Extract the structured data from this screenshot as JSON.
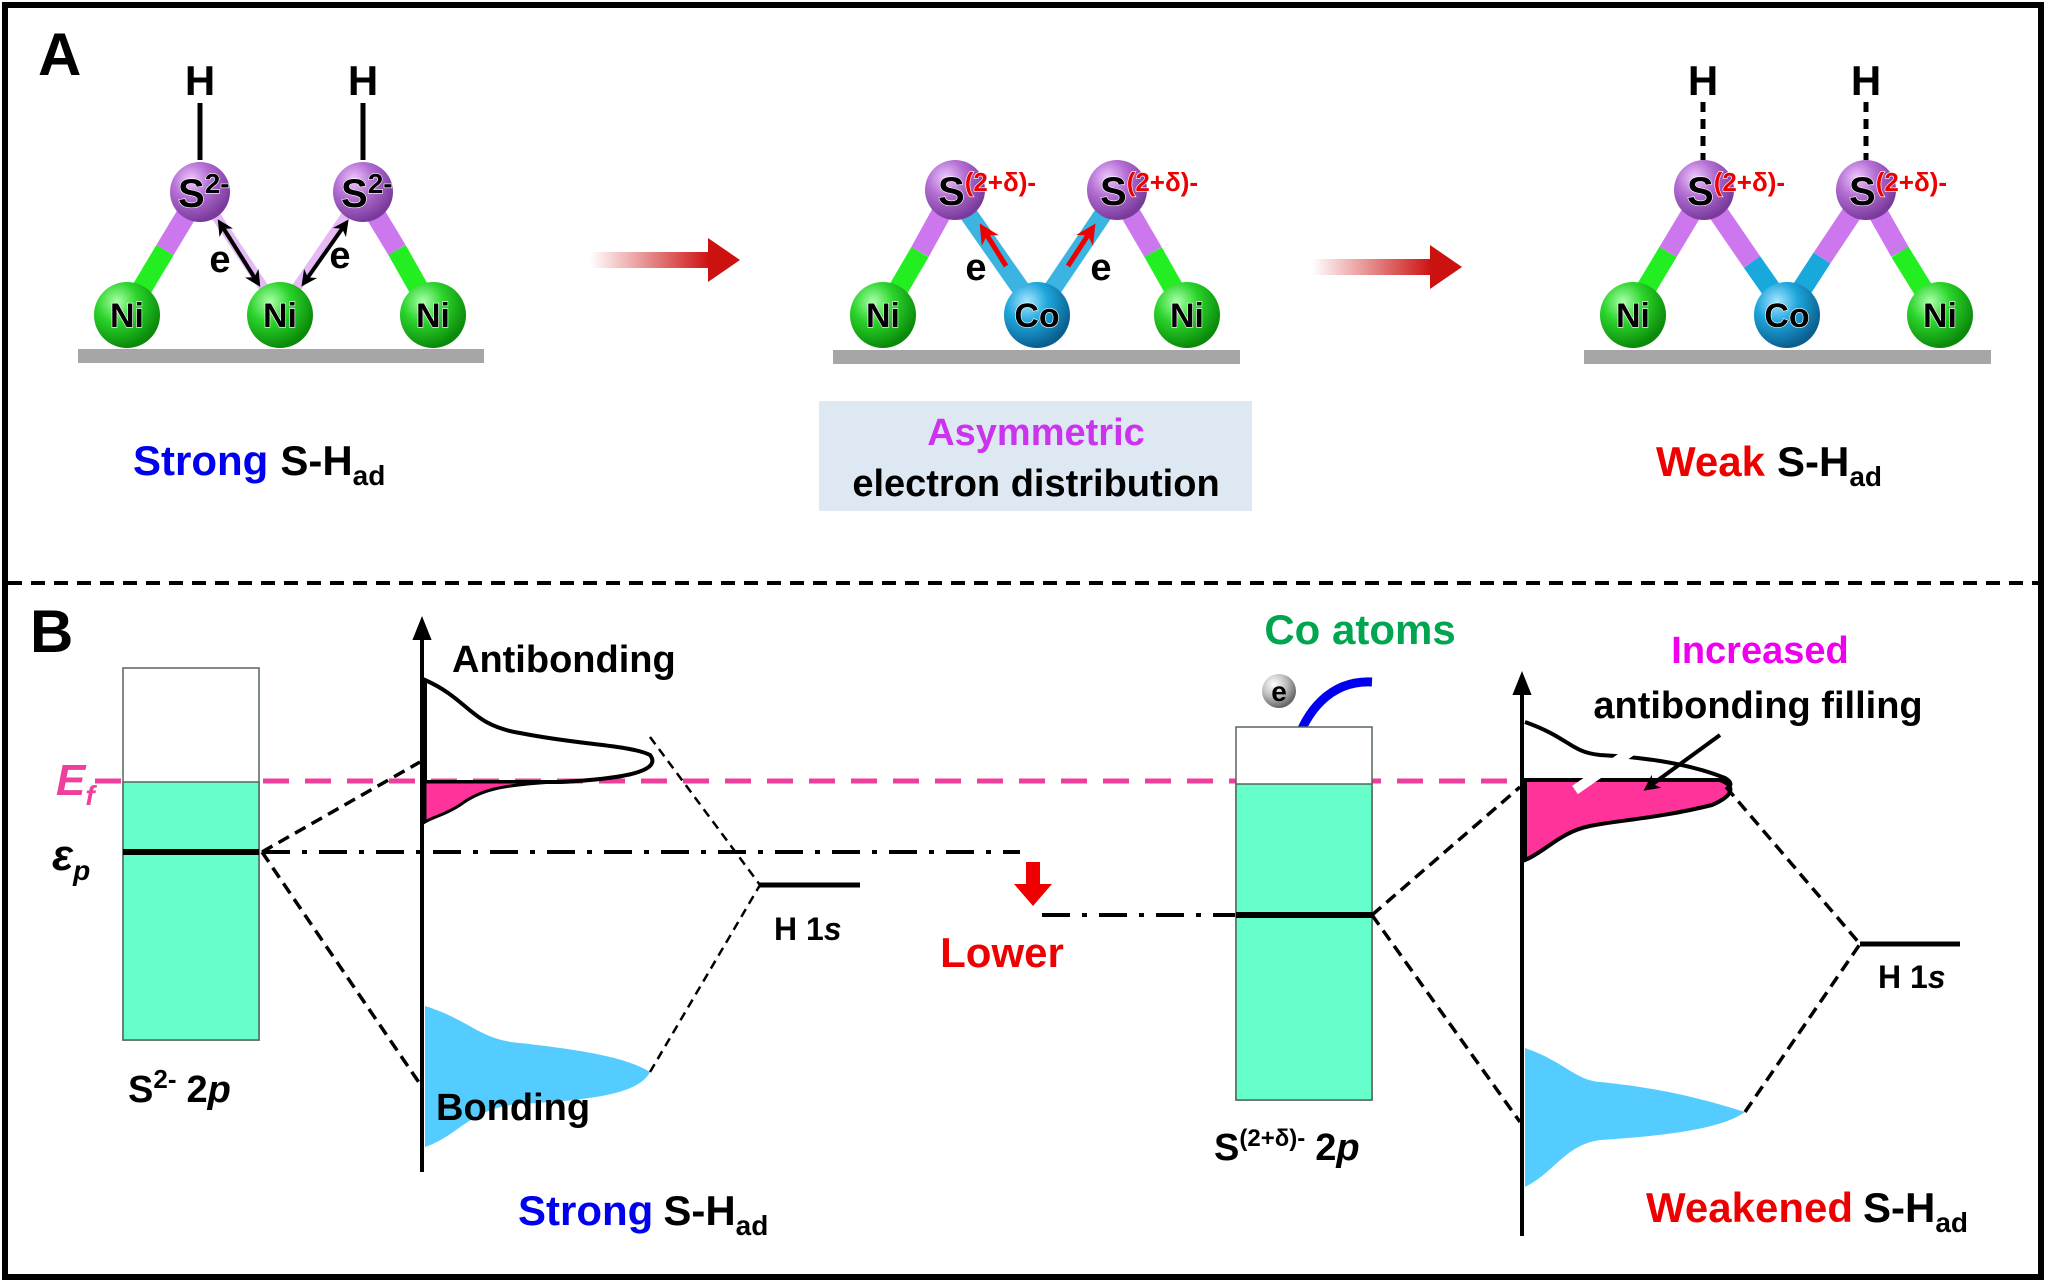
{
  "colors": {
    "ni": "#22cc22",
    "co": "#1ea6dc",
    "s": "#b066cc",
    "bond_s": "#cc77ee",
    "bond_ni": "#22ee22",
    "bond_co": "#19a8dc",
    "substrate": "#a6a6a6",
    "red": "#ee0000",
    "blue": "#0000ee",
    "magenta": "#ee00ee",
    "green_text": "#00a550",
    "pink_line": "#ee3f9c",
    "pink_fill": "#ff3399",
    "band_fill": "#66ffcc",
    "bonding_fill": "#55ccff",
    "highlight_box": "#dde8f3"
  },
  "panel_a": {
    "label": "A",
    "left": {
      "h_label": "H",
      "s_label": "S",
      "s_charge": "2-",
      "metal_labels": [
        "Ni",
        "Ni",
        "Ni"
      ],
      "electron_label": "e",
      "caption_strength": "Strong",
      "caption_bond": "S-H",
      "caption_sub": "ad"
    },
    "middle": {
      "s_label": "S",
      "s_charge": "(2+δ)-",
      "metal_labels": [
        "Ni",
        "Co",
        "Ni"
      ],
      "electron_label": "e",
      "box_line1": "Asymmetric",
      "box_line2": "electron distribution"
    },
    "right": {
      "h_label": "H",
      "s_label": "S",
      "s_charge": "(2+δ)-",
      "metal_labels": [
        "Ni",
        "Co",
        "Ni"
      ],
      "caption_strength": "Weak",
      "caption_bond": "S-H",
      "caption_sub": "ad"
    }
  },
  "panel_b": {
    "label": "B",
    "ef_label": "E",
    "ef_sub": "f",
    "ep_label": "ε",
    "ep_sub": "p",
    "left": {
      "band_label_main": "S",
      "band_label_sup": "2-",
      "band_label_orbital": "2",
      "band_label_orbital_italic": "p",
      "antibonding_label": "Antibonding",
      "bonding_label": "Bonding",
      "h_label": "H 1",
      "h_label_italic": "s",
      "caption_strength": "Strong",
      "caption_bond": "S-H",
      "caption_sub": "ad"
    },
    "shift_label": "Lower",
    "right": {
      "co_label": "Co atoms",
      "electron_label": "e",
      "band_label_main": "S",
      "band_label_sup": "(2+δ)-",
      "band_label_orbital": "2",
      "band_label_orbital_italic": "p",
      "annotation_line1": "Increased",
      "annotation_line2": "antibonding filling",
      "h_label": "H 1",
      "h_label_italic": "s",
      "caption_strength": "Weakened",
      "caption_bond": "S-H",
      "caption_sub": "ad"
    }
  }
}
